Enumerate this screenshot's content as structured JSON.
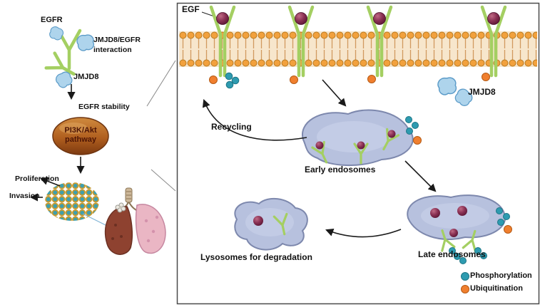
{
  "left_panel": {
    "egfr_label": "EGFR",
    "interaction_label": "JMJD8/EGFR interaction",
    "jmjd8_label": "JMJD8",
    "stability_label": "EGFR stability",
    "pathway_label": "PI3K/Akt pathway",
    "proliferation_label": "Proliferation",
    "invasion_label": "Invasion"
  },
  "right_panel": {
    "egf_label": "EGF",
    "jmjd8_label": "JMJD8",
    "recycling_label": "Recycling",
    "early_endosomes_label": "Early endosomes",
    "late_endosomes_label": "Late endosomes",
    "lysosomes_label": "Lysosomes for degradation",
    "legend": [
      {
        "marker": "phosphorylation-dot",
        "color": "#2e9bb0",
        "label": "Phosphorylation"
      },
      {
        "marker": "ubiquitination-dot",
        "color": "#f07f2e",
        "label": "Ubiquitination"
      }
    ]
  },
  "colors": {
    "receptor_green": "#a4cf62",
    "egf_sphere": "#7c2b4e",
    "membrane_head": "#f2a13d",
    "membrane_bg": "#f7e6cc",
    "phosphorylation": "#2e9bb0",
    "ubiquitination": "#f07f2e",
    "endosome_fill": "#b7c1de",
    "endosome_stroke": "#7d88ad",
    "jmjd8_blue": "#aed4ec",
    "pathway_oval": "#b05f1f"
  }
}
